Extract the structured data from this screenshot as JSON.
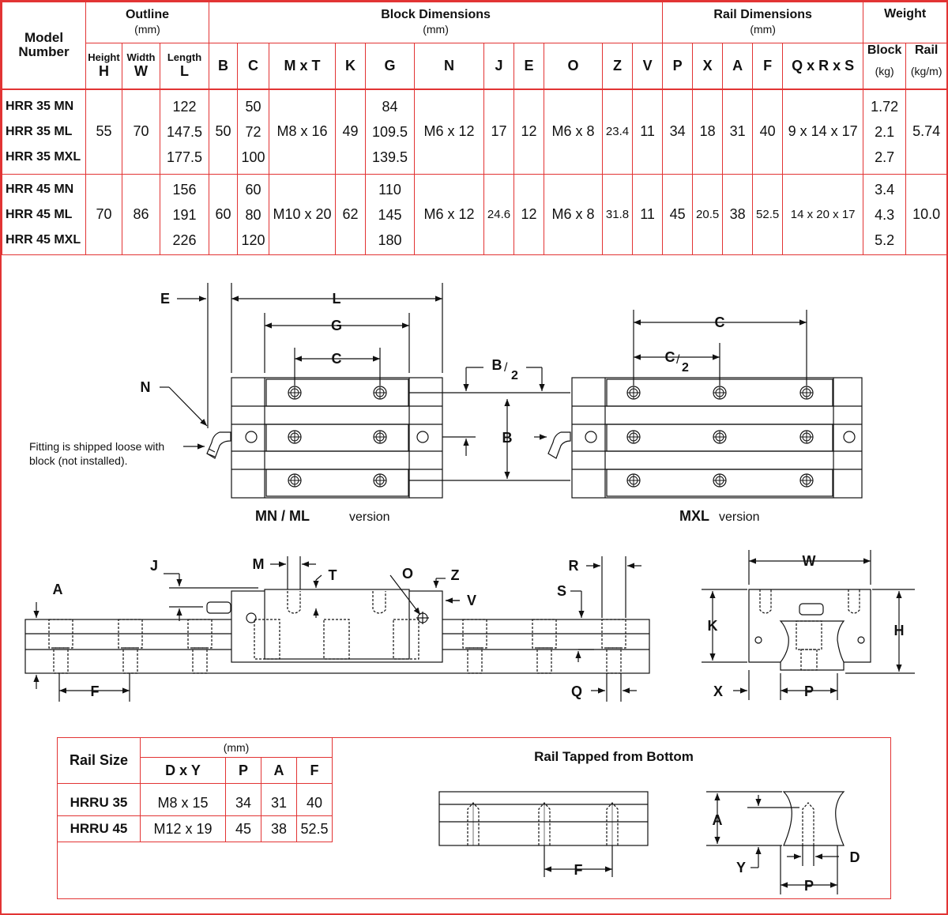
{
  "headers": {
    "model_number": "Model Number",
    "outline": "Outline",
    "outline_unit": "(mm)",
    "block_dimensions": "Block Dimensions",
    "block_unit": "(mm)",
    "rail_dimensions": "Rail Dimensions",
    "rail_unit": "(mm)",
    "weight": "Weight",
    "weight_block": "Block",
    "weight_block_unit": "(kg)",
    "weight_rail": "Rail",
    "weight_rail_unit": "(kg/m)",
    "height_label": "Height",
    "width_label": "Width",
    "length_label": "Length",
    "H": "H",
    "W": "W",
    "L": "L",
    "B": "B",
    "C": "C",
    "MxT": "M x T",
    "K": "K",
    "G": "G",
    "N": "N",
    "J": "J",
    "E": "E",
    "O": "O",
    "Z": "Z",
    "V": "V",
    "P": "P",
    "X": "X",
    "A": "A",
    "F": "F",
    "QxRxS": "Q x R x S"
  },
  "groups": [
    {
      "models": [
        "HRR 35 MN",
        "HRR 35 ML",
        "HRR 35 MXL"
      ],
      "H": "55",
      "W": "70",
      "L": [
        "122",
        "147.5",
        "177.5"
      ],
      "B": "50",
      "C": [
        "50",
        "72",
        "100"
      ],
      "MxT": "M8 x 16",
      "K": "49",
      "G": [
        "84",
        "109.5",
        "139.5"
      ],
      "N": "M6 x 12",
      "J": "17",
      "E": "12",
      "O": "M6 x 8",
      "Z": "23.4",
      "V": "11",
      "P": "34",
      "X": "18",
      "A": "31",
      "F": "40",
      "QxRxS": "9 x 14 x 17",
      "block_kg": [
        "1.72",
        "2.1",
        "2.7"
      ],
      "rail_kgm": "5.74"
    },
    {
      "models": [
        "HRR 45 MN",
        "HRR 45 ML",
        "HRR 45 MXL"
      ],
      "H": "70",
      "W": "86",
      "L": [
        "156",
        "191",
        "226"
      ],
      "B": "60",
      "C": [
        "60",
        "80",
        "120"
      ],
      "MxT": "M10 x 20",
      "K": "62",
      "G": [
        "110",
        "145",
        "180"
      ],
      "N": "M6 x 12",
      "J": "24.6",
      "E": "12",
      "O": "M6 x 8",
      "Z": "31.8",
      "V": "11",
      "P": "45",
      "X": "20.5",
      "A": "38",
      "F": "52.5",
      "QxRxS": "14 x 20 x 17",
      "block_kg": [
        "3.4",
        "4.3",
        "5.2"
      ],
      "rail_kgm": "10.0"
    }
  ],
  "drawing_labels": {
    "E": "E",
    "L": "L",
    "G": "G",
    "C": "C",
    "N": "N",
    "B": "B",
    "B2": "B",
    "two": "2",
    "C2": "C",
    "fitting_note_1": "Fitting is shipped loose with",
    "fitting_note_2": "block (not installed).",
    "mn_ml": "MN / ML",
    "mxl": "MXL",
    "version": "version",
    "J": "J",
    "M": "M",
    "T": "T",
    "O": "O",
    "Z": "Z",
    "V": "V",
    "R": "R",
    "S": "S",
    "A": "A",
    "F": "F",
    "Q": "Q",
    "W": "W",
    "K": "K",
    "H": "H",
    "X": "X",
    "P": "P",
    "D": "D",
    "Y": "Y"
  },
  "rail_table": {
    "title": "Rail Size",
    "unit": "(mm)",
    "cols": [
      "D x Y",
      "P",
      "A",
      "F"
    ],
    "rows": [
      {
        "size": "HRRU 35",
        "DxY": "M8 x 15",
        "P": "34",
        "A": "31",
        "F": "40"
      },
      {
        "size": "HRRU 45",
        "DxY": "M12 x 19",
        "P": "45",
        "A": "38",
        "F": "52.5"
      }
    ]
  },
  "rail_tapped_title": "Rail Tapped from Bottom"
}
